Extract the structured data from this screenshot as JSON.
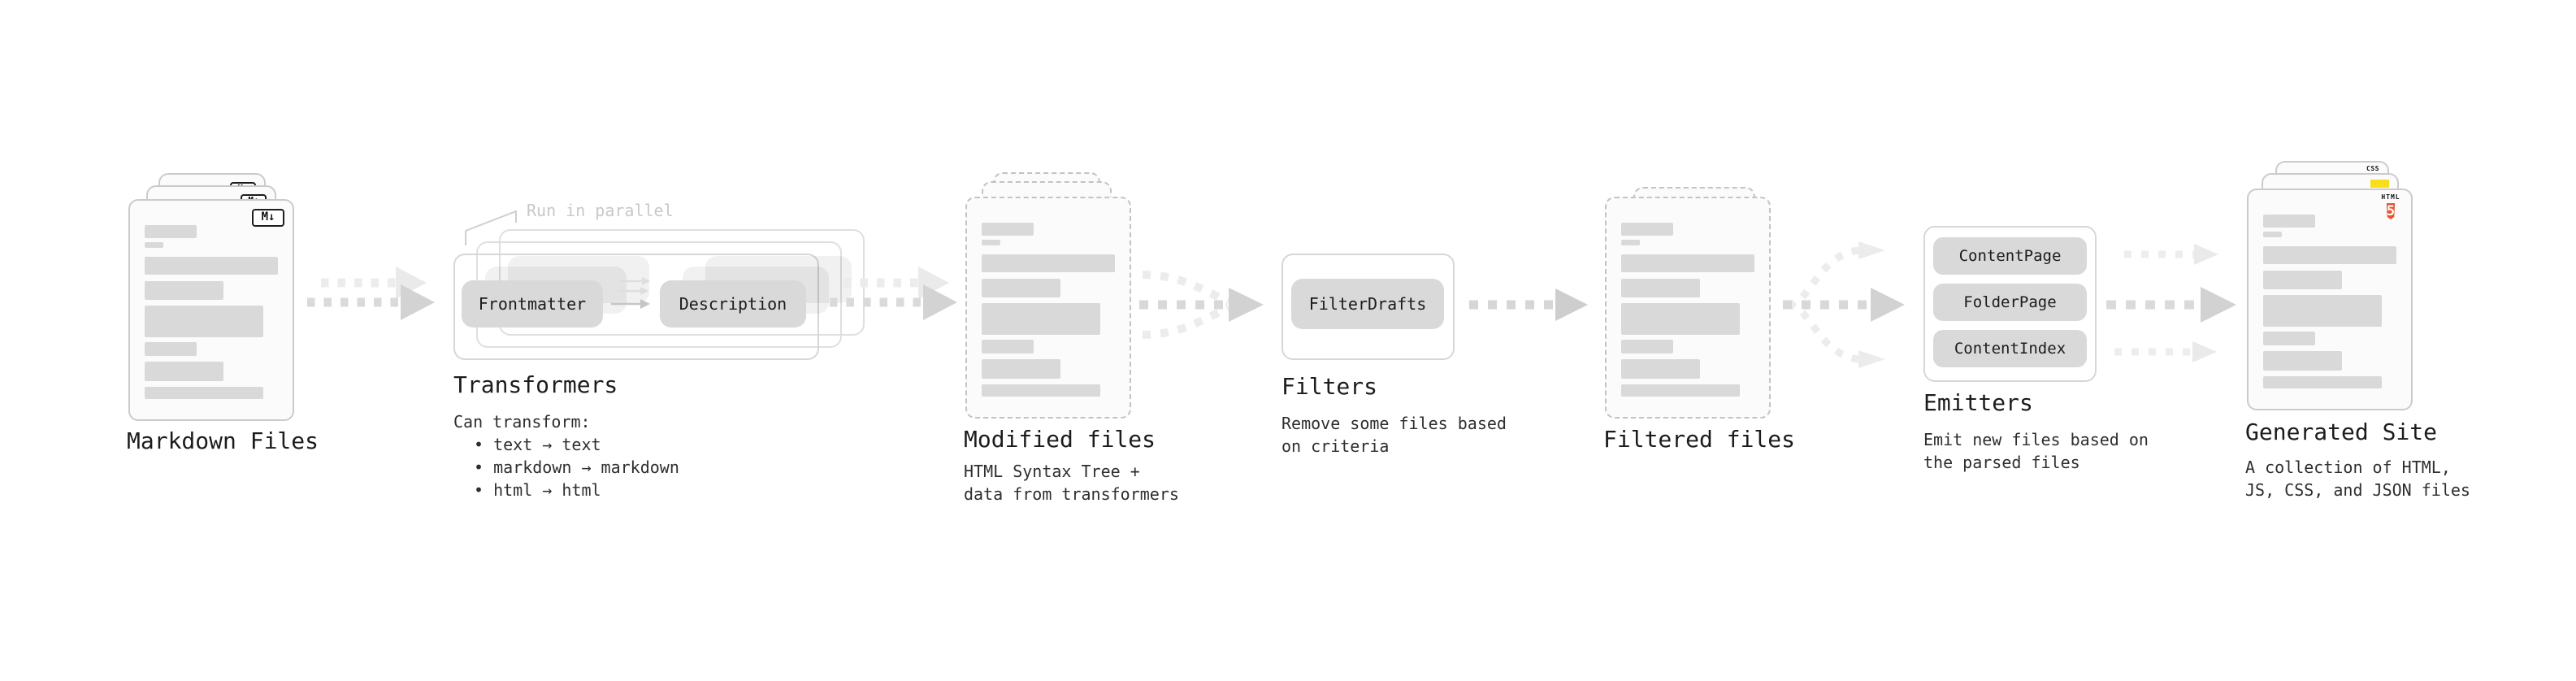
{
  "colors": {
    "html5_orange": "#E8542D",
    "js_yellow": "#F7DF1E",
    "css_blue": "#2862E9",
    "skeleton_gray": "#D9D9D9",
    "arrow_gray": "#D6D6D6"
  },
  "stages": {
    "markdown_files": {
      "label": "Markdown Files",
      "file_badge": "M↓"
    },
    "transformers": {
      "title": "Transformers",
      "annotation": "Run in parallel",
      "pill_left": "Frontmatter",
      "pill_right": "Description",
      "caption": {
        "line1": "Can transform:",
        "line2": "• text → text",
        "line3": "• markdown → markdown",
        "line4": "• html → html"
      }
    },
    "modified_files": {
      "label": "Modified files",
      "caption": {
        "line1": "HTML Syntax Tree +",
        "line2": "data from transformers"
      }
    },
    "filters": {
      "title": "Filters",
      "pill": "FilterDrafts",
      "caption": {
        "line1": "Remove some files based",
        "line2": "on criteria"
      }
    },
    "filtered_files": {
      "label": "Filtered files"
    },
    "emitters": {
      "title": "Emitters",
      "pill1": "ContentPage",
      "pill2": "FolderPage",
      "pill3": "ContentIndex",
      "caption": {
        "line1": "Emit new files based on",
        "line2": "the parsed files"
      }
    },
    "generated_site": {
      "label": "Generated Site",
      "css_badge": "CSS",
      "html_badge": "HTML",
      "html_badge_number": "5",
      "caption": {
        "line1": "A collection of HTML,",
        "line2": "JS, CSS, and JSON files"
      }
    }
  }
}
